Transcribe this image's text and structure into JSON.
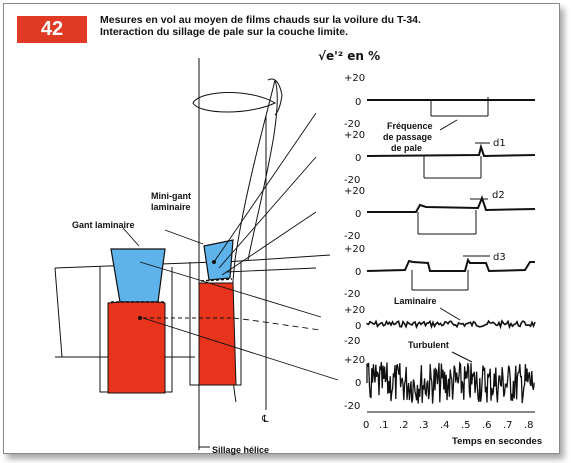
{
  "figure": {
    "number": "42",
    "title_line1": "Mesures en vol au moyen de films chauds sur la voilure du T-34.",
    "title_line2": "Interaction du sillage de pale sur la couche limite."
  },
  "diagram": {
    "label_mini_gant": [
      "Mini-gant",
      "laminaire"
    ],
    "label_gant": "Gant laminaire",
    "label_sillage": "Sillage hélice",
    "label_centerline": "℄"
  },
  "traces": {
    "unit_label": "√e'² en %",
    "tick_plus": "+20",
    "tick_zero": "0",
    "tick_minus": "-20",
    "annot_freq": [
      "Fréquence",
      "de passage",
      "de pale"
    ],
    "annot_d1": "d1",
    "annot_d2": "d2",
    "annot_d3": "d3",
    "label_laminaire": "Laminaire",
    "label_turbulent": "Turbulent",
    "x_ticks": [
      "0",
      ".1",
      ".2",
      ".3",
      ".4",
      ".5",
      ".6",
      ".7",
      ".8"
    ],
    "x_label": "Temps en secondes"
  },
  "colors": {
    "badge": "#e03a24",
    "laminar_blue": "#5db3ea",
    "turbulent_red": "#e8341c"
  }
}
